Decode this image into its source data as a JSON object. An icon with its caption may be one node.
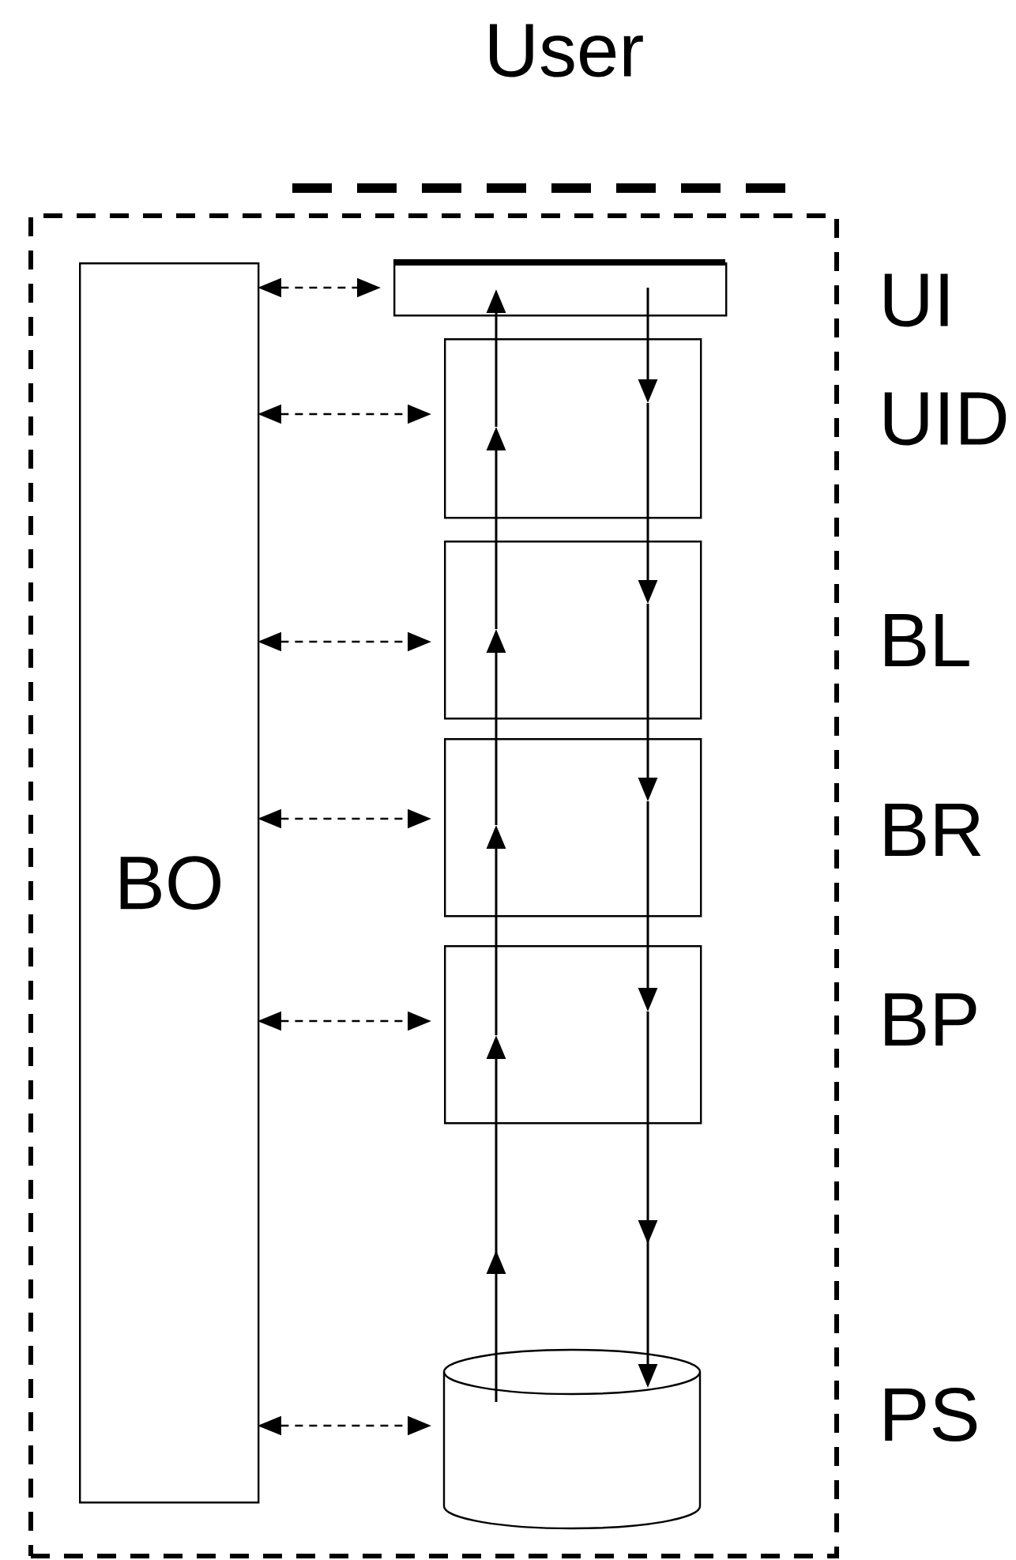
{
  "diagram": {
    "nodes": [
      {
        "text": [],
        "shape": "box"
      },
      {
        "text": [
          "BO"
        ],
        "in": 0
      },
      {
        "text": [],
        "shape": "box",
        "beside": [
          "UI"
        ],
        "in": 0
      },
      {
        "text": [],
        "shape": "box",
        "beside": [
          "UID"
        ],
        "in": 0
      },
      {
        "text": [],
        "shape": "box",
        "beside": [
          "BL"
        ],
        "in": 0
      },
      {
        "text": [],
        "shape": "box",
        "beside": [
          "BR"
        ],
        "in": 0
      },
      {
        "text": [],
        "shape": "box",
        "beside": [
          "BP"
        ],
        "in": 0
      },
      {
        "text": [],
        "shape": "cylinder",
        "beside": [
          "PS"
        ],
        "in": 0
      }
    ],
    "edges": [
      {
        "from": 1,
        "to": 2,
        "arrow": "both",
        "style": "dashed"
      },
      {
        "from": 1,
        "to": 3,
        "arrow": "both",
        "style": "dashed"
      },
      {
        "from": 1,
        "to": 4,
        "arrow": "both",
        "style": "dashed"
      },
      {
        "from": 1,
        "to": 5,
        "arrow": "both",
        "style": "dashed"
      },
      {
        "from": 1,
        "to": 6,
        "arrow": "both",
        "style": "dashed"
      },
      {
        "from": 1,
        "to": 7,
        "arrow": "both",
        "style": "dashed"
      },
      {
        "from": 7,
        "to": 6,
        "arrow": "to"
      },
      {
        "from": 6,
        "to": 5,
        "arrow": "to"
      },
      {
        "from": 5,
        "to": 4,
        "arrow": "to"
      },
      {
        "from": 4,
        "to": 3,
        "arrow": "to"
      },
      {
        "from": 3,
        "to": 2,
        "arrow": "to"
      },
      {
        "from": 2,
        "to": 3,
        "arrow": "to"
      },
      {
        "from": 3,
        "to": 4,
        "arrow": "to"
      },
      {
        "from": 4,
        "to": 5,
        "arrow": "to"
      },
      {
        "from": 5,
        "to": 6,
        "arrow": "to"
      },
      {
        "from": 6,
        "to": 7,
        "arrow": "to"
      }
    ],
    "labels": [
      "User"
    ]
  }
}
